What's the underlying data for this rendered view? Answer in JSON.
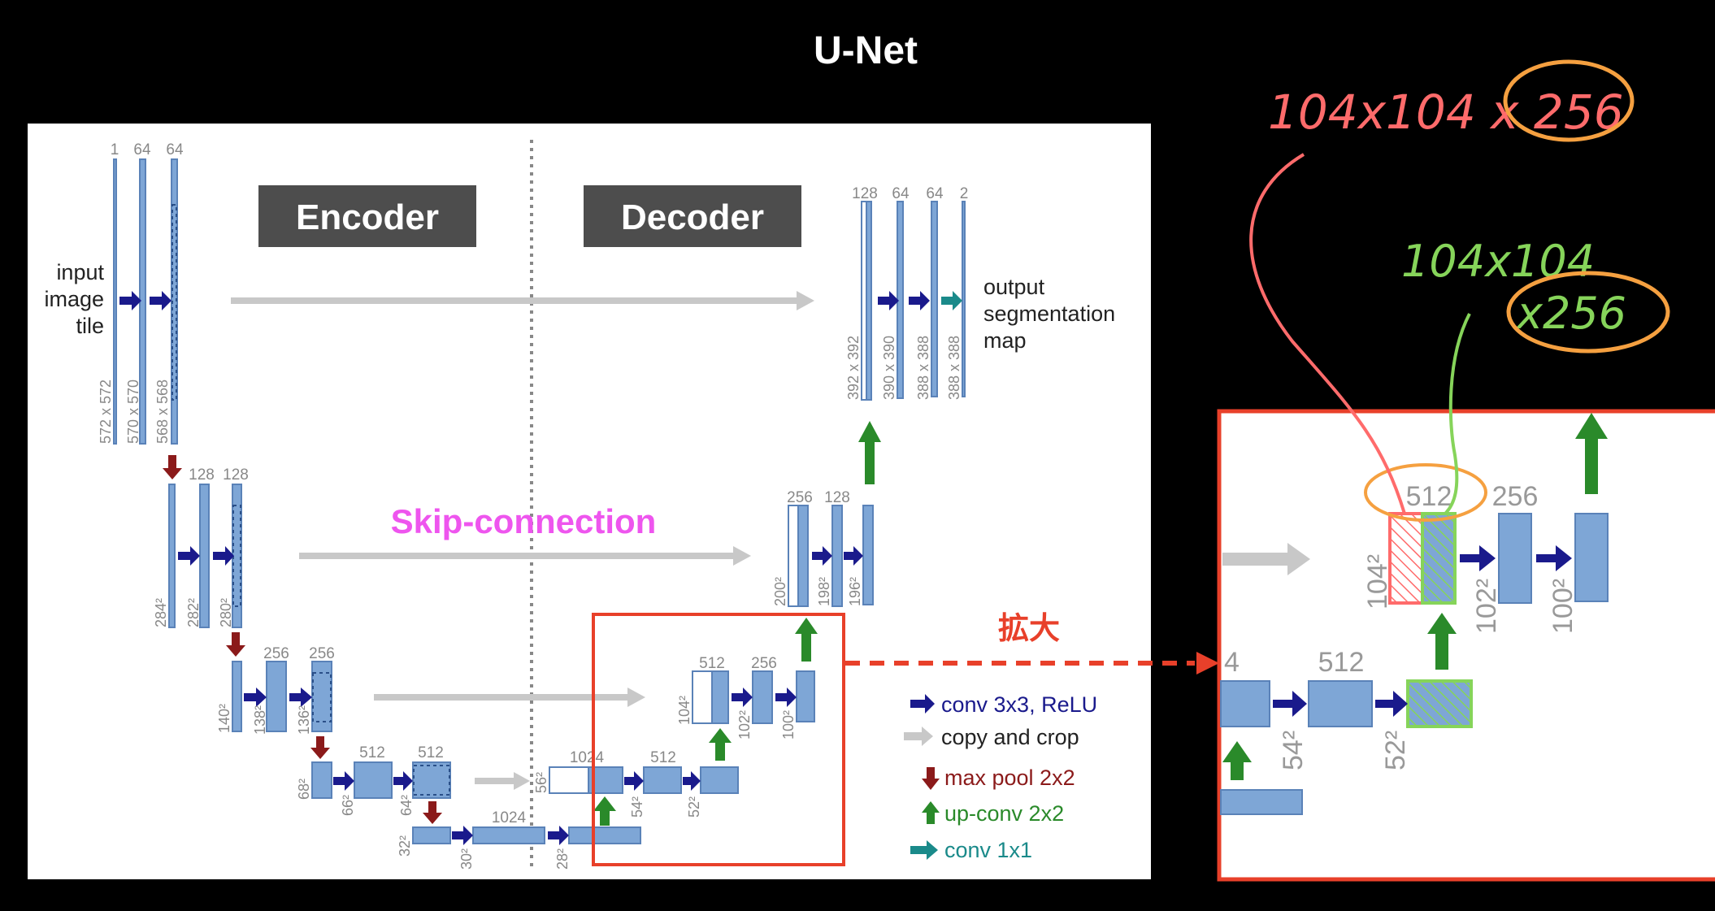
{
  "title": "U-Net",
  "panel_labels": {
    "encoder": "Encoder",
    "decoder": "Decoder"
  },
  "skip_label": "Skip-connection",
  "zoom_label": "拡大",
  "input_label": [
    "input",
    "image",
    "tile"
  ],
  "output_label": [
    "output",
    "segmentation",
    "map"
  ],
  "legend": [
    {
      "text": "conv 3x3, ReLU",
      "color": "#1a1a8c",
      "icon": "arrow-right-icon"
    },
    {
      "text": "copy and crop",
      "color": "#222222",
      "icon": "gray-arrow-icon"
    },
    {
      "text": "max pool 2x2",
      "color": "#8b1a1a",
      "icon": "arrow-down-icon"
    },
    {
      "text": "up-conv 2x2",
      "color": "#2a8a2a",
      "icon": "arrow-up-icon"
    },
    {
      "text": "conv 1x1",
      "color": "#1a8a8a",
      "icon": "teal-arrow-icon"
    }
  ],
  "channels": {
    "l1": [
      "1",
      "64",
      "64"
    ],
    "l2": [
      "128",
      "128"
    ],
    "l3": [
      "256",
      "256"
    ],
    "l4": [
      "512",
      "512"
    ],
    "l5": [
      "1024"
    ],
    "d4": [
      "1024",
      "512"
    ],
    "d3": [
      "512",
      "256"
    ],
    "d2": [
      "256",
      "128"
    ],
    "d1": [
      "128",
      "64",
      "64",
      "2"
    ]
  },
  "sizes": {
    "l1": [
      "572 x 572",
      "570 x 570",
      "568 x 568"
    ],
    "l2": [
      "284²",
      "282²",
      "280²"
    ],
    "l3": [
      "140²",
      "138²",
      "136²"
    ],
    "l4": [
      "68²",
      "66²",
      "64²"
    ],
    "l5": [
      "32²",
      "30²",
      "28²"
    ],
    "d4": [
      "56²",
      "54²",
      "52²"
    ],
    "d3": [
      "104²",
      "102²",
      "100²"
    ],
    "d2": [
      "200²",
      "198²",
      "196²"
    ],
    "d1": [
      "392 x 392",
      "390 x 390",
      "388 x 388",
      "388 x 388"
    ]
  },
  "zoom": {
    "channels": [
      "4",
      "512",
      "512",
      "256"
    ],
    "sizes": [
      "54²",
      "52²",
      "104²",
      "102²",
      "100²"
    ]
  },
  "annotations": {
    "red": "104x104 x 256",
    "green_line1": "104x104",
    "green_line2": "x256"
  },
  "colors": {
    "block": "#7ea6d6",
    "block_edge": "#5a82b8",
    "conv_arrow": "#1a1a8c",
    "pool_arrow": "#8b1a1a",
    "up_arrow": "#2a8a2a",
    "copy_arrow": "#c8c8c8",
    "skip_text": "#ee55ee",
    "zoom_box": "#e8402a",
    "annotation_red": "#ff6b6b",
    "annotation_green": "#86d45a",
    "annotation_orange": "#f5a040"
  }
}
